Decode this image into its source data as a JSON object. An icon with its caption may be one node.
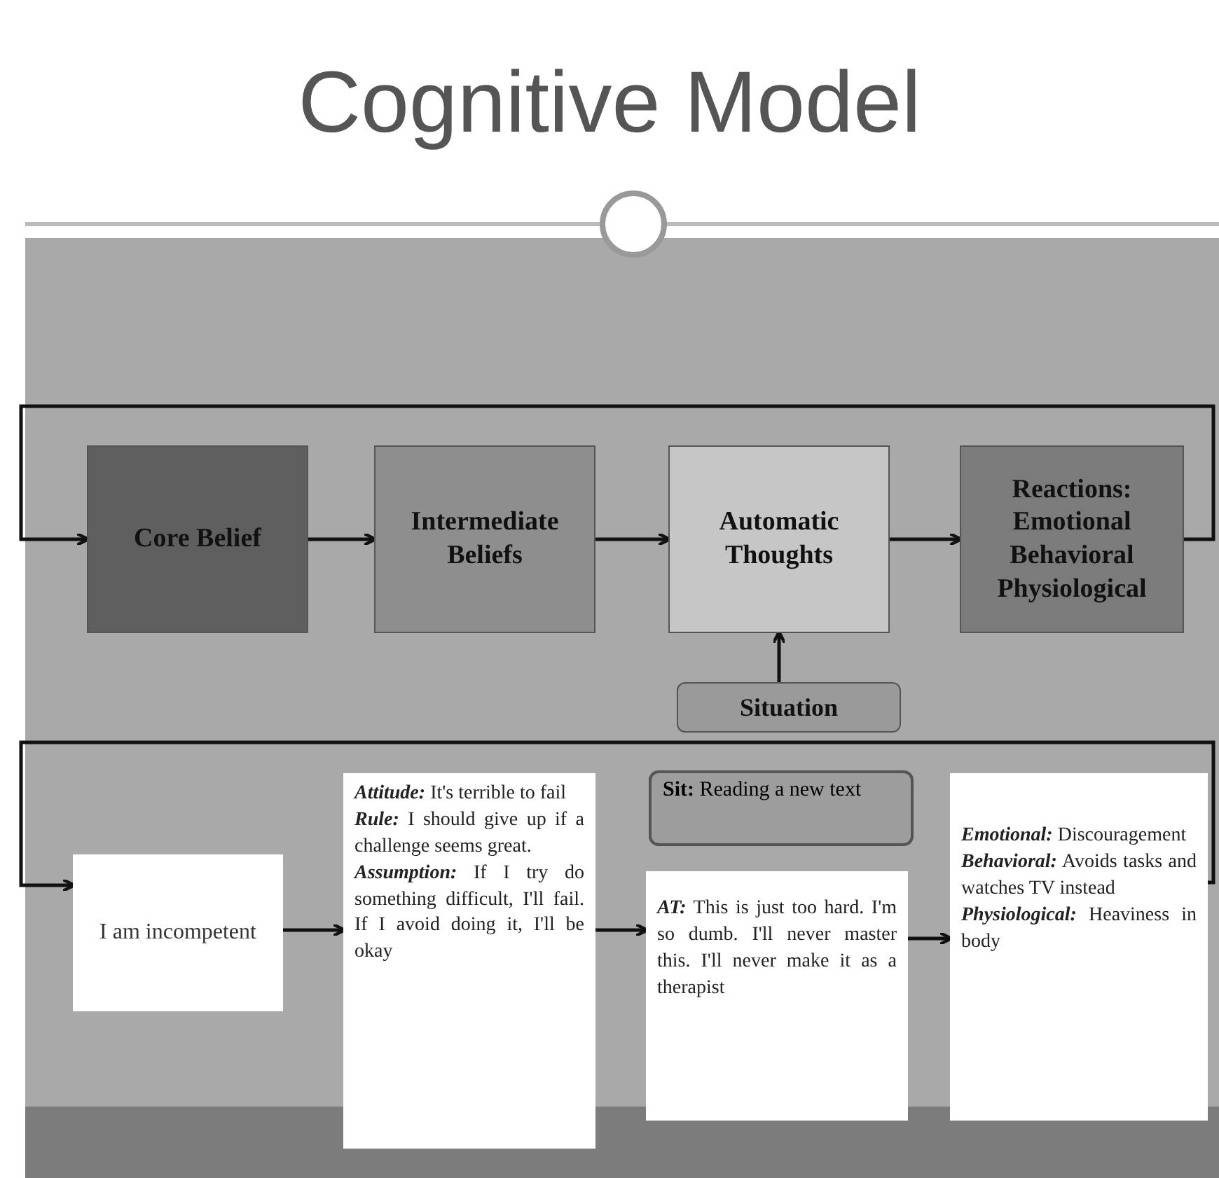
{
  "diagram": {
    "title": "Cognitive Model",
    "nodes": [
      {
        "text": [
          "Core Belief"
        ]
      },
      {
        "text": [
          "Intermediate Beliefs"
        ]
      },
      {
        "text": [
          "Automatic Thoughts"
        ]
      },
      {
        "text": [
          "Reactions: Emotional Behavioral Physiological"
        ]
      },
      {
        "text": [
          "Situation"
        ]
      },
      {
        "text": [
          "I am incompetent"
        ]
      },
      {
        "text": [
          "**Attitude:** It's terrible to fail",
          "**Rule:** I should give up if a challenge seems great.",
          "**Assumption:** If I try do something difficult, I'll fail. If I avoid doing it, I'll be okay"
        ]
      },
      {
        "text": [
          "**Sit:** Reading a new text"
        ]
      },
      {
        "text": [
          "**AT:** This is just too hard. I'm so dumb. I'll never master this. I'll never make it as a therapist"
        ]
      },
      {
        "text": [
          "**Emotional:** Discouragement",
          "**Behavioral:** Avoids tasks and watches TV instead",
          "**Physiological:** Heaviness in body"
        ]
      }
    ],
    "edges": [
      {
        "from": 0,
        "to": 1,
        "arrow": "to"
      },
      {
        "from": 1,
        "to": 2,
        "arrow": "to"
      },
      {
        "from": 2,
        "to": 3,
        "arrow": "to"
      },
      {
        "from": 4,
        "to": 2,
        "arrow": "to"
      },
      {
        "from": 3,
        "to": 0,
        "arrow": "to"
      },
      {
        "from": 5,
        "to": 6,
        "arrow": "to"
      },
      {
        "from": 6,
        "to": 8,
        "arrow": "to"
      },
      {
        "from": 8,
        "to": 9,
        "arrow": "to"
      },
      {
        "from": 9,
        "to": 5,
        "arrow": "to"
      }
    ]
  }
}
